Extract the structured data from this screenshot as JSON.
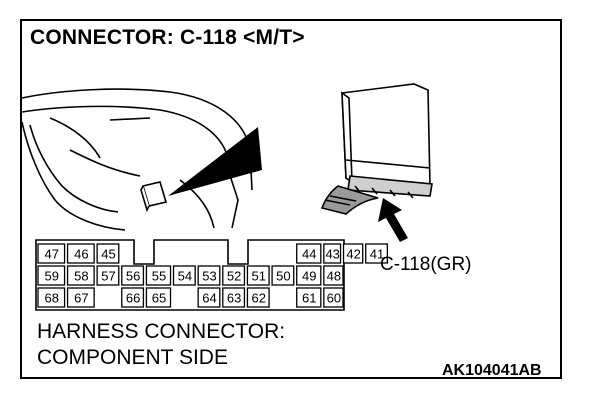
{
  "title": "CONNECTOR: C-118 <M/T>",
  "connector_label": "C-118(GR)",
  "side_text": [
    "HARNESS CONNECTOR:",
    "COMPONENT SIDE"
  ],
  "figure_code": "AK104041AB",
  "pins": {
    "row1": [
      "47",
      "46",
      "45",
      "",
      "",
      "",
      "",
      "44",
      "43",
      "42",
      "41"
    ],
    "row2": [
      "59",
      "58",
      "57",
      "56",
      "55",
      "54",
      "53",
      "52",
      "51",
      "50",
      "49",
      "48"
    ],
    "row3": [
      "68",
      "67",
      "",
      "66",
      "65",
      "",
      "64",
      "63",
      "62",
      "",
      "61",
      "60"
    ]
  }
}
